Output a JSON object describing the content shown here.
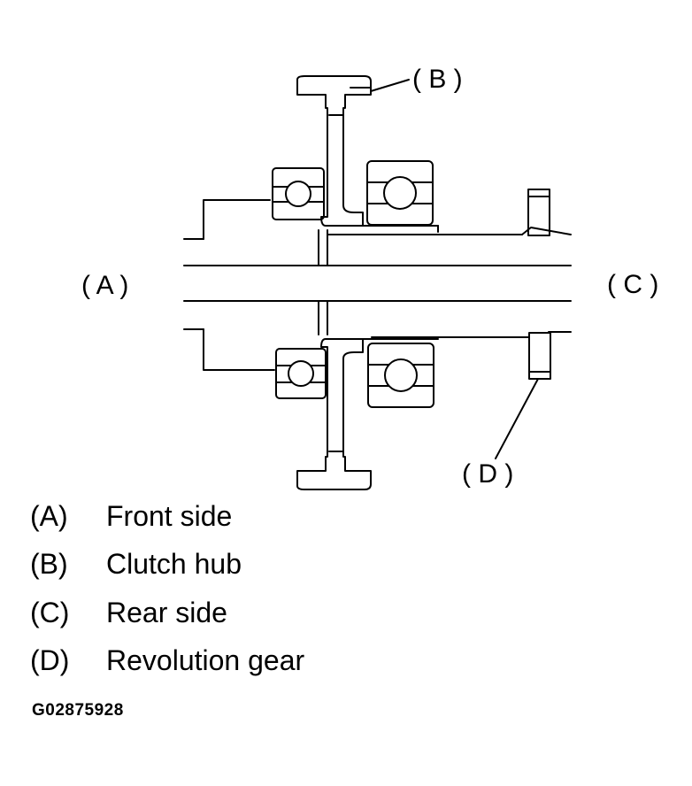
{
  "callouts": {
    "a": "( A )",
    "b": "( B )",
    "c": "( C )",
    "d": "( D )"
  },
  "legend": [
    {
      "key": "(A)",
      "text": "Front side"
    },
    {
      "key": "(B)",
      "text": "Clutch hub"
    },
    {
      "key": "(C)",
      "text": "Rear side"
    },
    {
      "key": "(D)",
      "text": "Revolution gear"
    }
  ],
  "figure_id": "G02875928"
}
